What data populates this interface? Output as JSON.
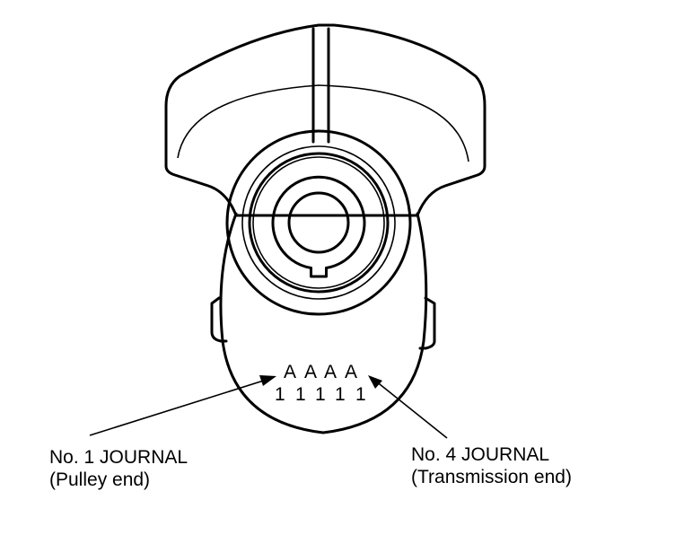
{
  "codes": {
    "top": [
      "A",
      "A",
      "A",
      "A"
    ],
    "bottom": [
      "1",
      "1",
      "1",
      "1",
      "1"
    ]
  },
  "callouts": {
    "journal_1": {
      "title": "No. 1 JOURNAL",
      "subtitle": "(Pulley end)"
    },
    "journal_4": {
      "title": "No. 4 JOURNAL",
      "subtitle": "(Transmission end)"
    }
  }
}
